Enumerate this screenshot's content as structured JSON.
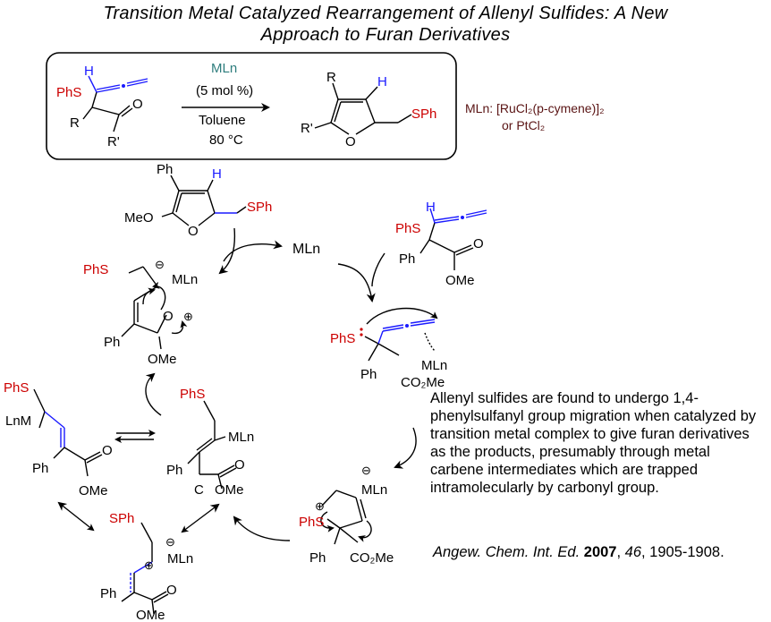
{
  "title": {
    "line1": "Transition Metal Catalyzed Rearrangement of Allenyl Sulfides: A New",
    "line2": "Approach to Furan Derivatives"
  },
  "scheme": {
    "catalyst": "MLn",
    "loading": "(5 mol %)",
    "solvent": "Toluene",
    "temperature": "80 °C",
    "mln_definition_1": "MLn: [RuCl₂(p-cymene)]₂",
    "mln_definition_2": "or PtCl₂"
  },
  "labels": {
    "phs": "PhS",
    "sph": "SPh",
    "r": "R",
    "r_prime": "R'",
    "o": "O",
    "h": "H",
    "ph": "Ph",
    "meo": "MeO",
    "ome": "OMe",
    "co2me": "CO₂Me",
    "mln": "MLn",
    "lnm": "LnM",
    "c": "C",
    "minus": "⊖",
    "plus": "⊕"
  },
  "description": "Allenyl sulfides are found to undergo 1,4-phenylsulfanyl group migration when catalyzed by transition metal complex to give furan derivatives as the products, presumably through metal carbene intermediates which are trapped intramolecularly by carbonyl group.",
  "reference": {
    "journal": "Angew. Chem. Int. Ed.",
    "year": "2007",
    "volume": "46",
    "pages": ", 1905-1908."
  },
  "colors": {
    "sulfur_red": "#cc0000",
    "allene_blue": "#1a1aff",
    "catalyst_teal": "#2e7d7d",
    "mln_def_brown": "#5a1414"
  }
}
